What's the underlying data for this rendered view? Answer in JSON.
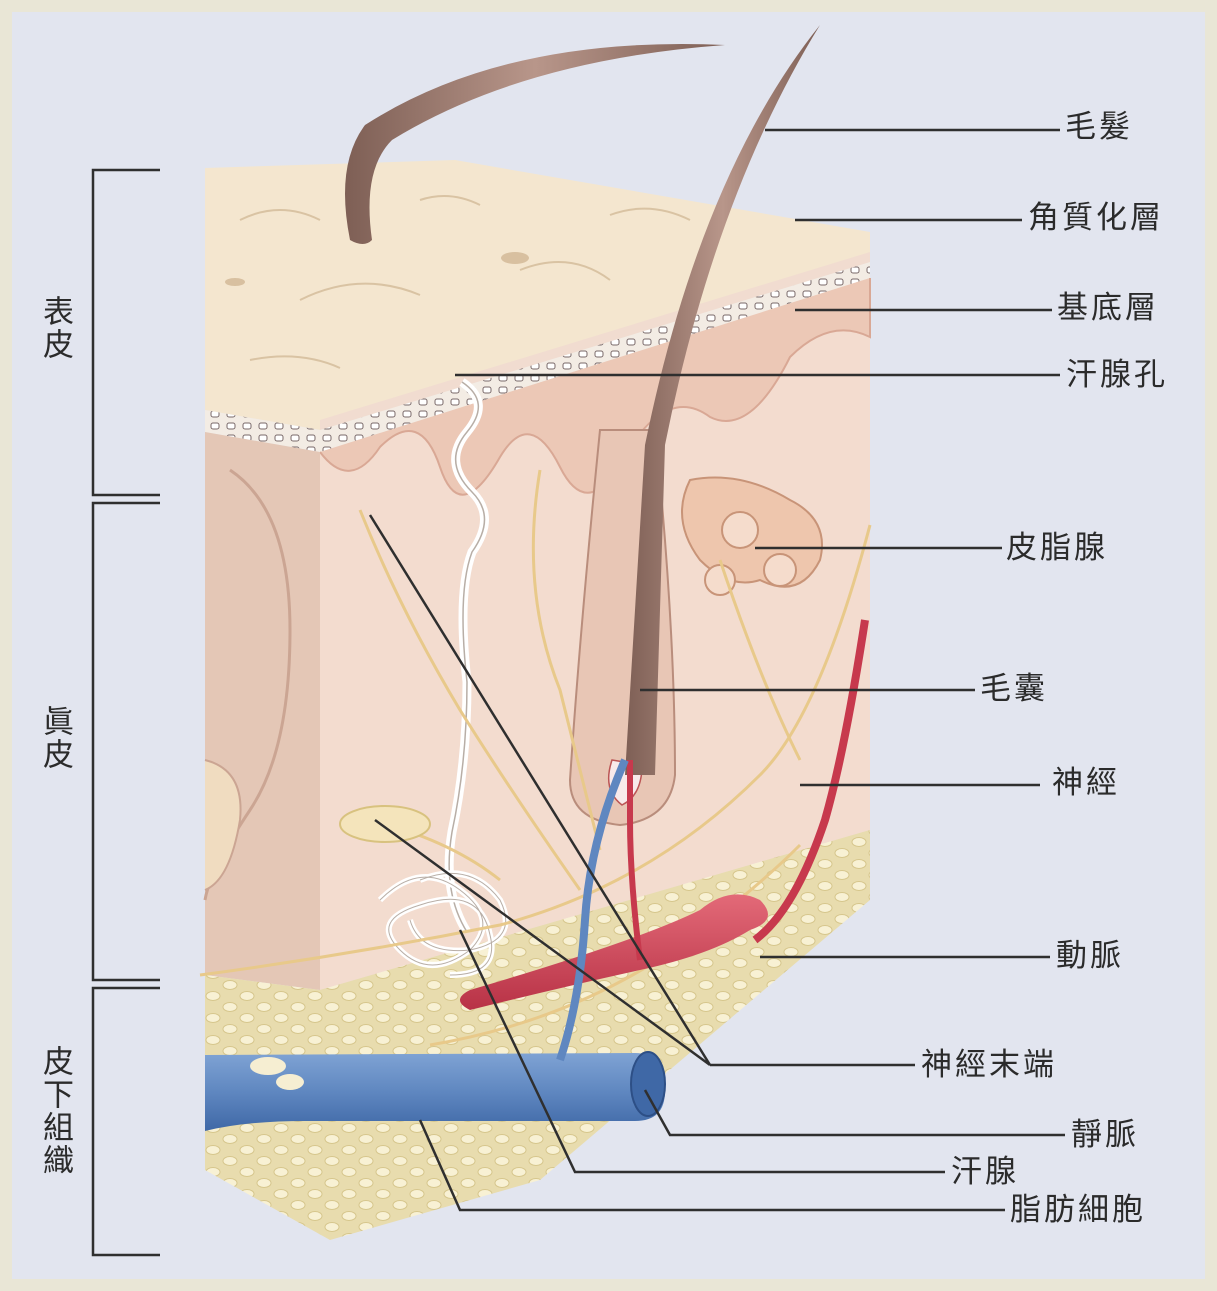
{
  "diagram": {
    "labels": {
      "hair": "毛髮",
      "stratum_corneum": "角質化層",
      "basal_layer": "基底層",
      "sweat_pore": "汗腺孔",
      "sebaceous_gland": "皮脂腺",
      "hair_follicle": "毛囊",
      "nerve": "神經",
      "artery": "動脈",
      "nerve_ending": "神經末端",
      "vein": "靜脈",
      "sweat_gland": "汗腺",
      "fat_cells": "脂肪細胞"
    },
    "layers": {
      "epidermis": "表皮",
      "dermis": "眞皮",
      "subcutaneous": "皮下組織"
    }
  }
}
